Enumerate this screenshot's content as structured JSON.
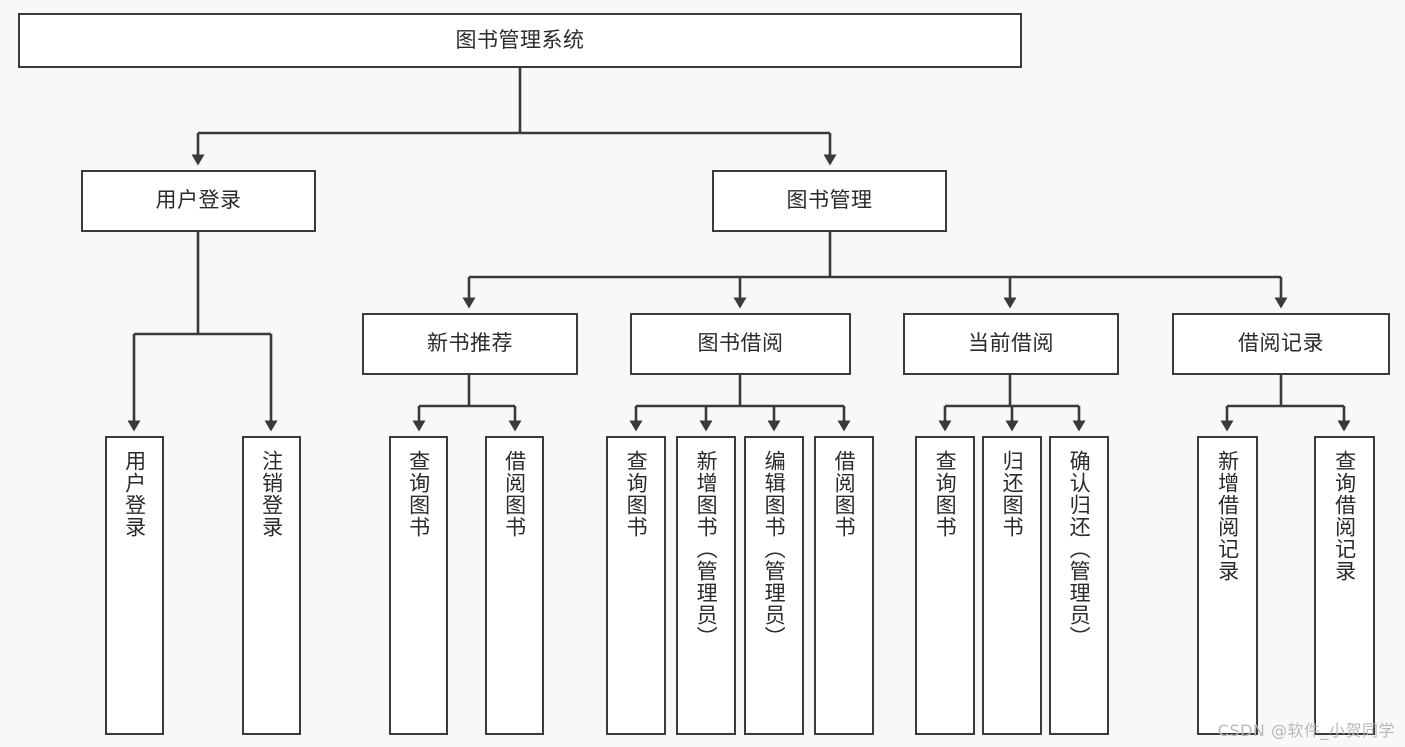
{
  "diagram": {
    "title": "图书管理系统",
    "watermark": "CSDN @软件_小贺同学",
    "root": {
      "id": "root",
      "label": "图书管理系统"
    },
    "level2": [
      {
        "id": "user-login",
        "label": "用户登录"
      },
      {
        "id": "book-manage",
        "label": "图书管理"
      }
    ],
    "level3": [
      {
        "id": "new-book-recommend",
        "label": "新书推荐"
      },
      {
        "id": "book-borrow",
        "label": "图书借阅"
      },
      {
        "id": "current-borrow",
        "label": "当前借阅"
      },
      {
        "id": "borrow-record",
        "label": "借阅记录"
      }
    ],
    "leaves": {
      "user_login": [
        {
          "id": "leaf-user-login",
          "label": "用户登录"
        },
        {
          "id": "leaf-logout-login",
          "label": "注销登录"
        }
      ],
      "new_book_recommend": [
        {
          "id": "leaf-query-book-1",
          "label": "查询图书"
        },
        {
          "id": "leaf-borrow-book-1",
          "label": "借阅图书"
        }
      ],
      "book_borrow": [
        {
          "id": "leaf-query-book-2",
          "label": "查询图书"
        },
        {
          "id": "leaf-add-book",
          "label": "新增图书（管理员）"
        },
        {
          "id": "leaf-edit-book",
          "label": "编辑图书（管理员）"
        },
        {
          "id": "leaf-borrow-book-2",
          "label": "借阅图书"
        }
      ],
      "current_borrow": [
        {
          "id": "leaf-query-book-3",
          "label": "查询图书"
        },
        {
          "id": "leaf-return-book",
          "label": "归还图书"
        },
        {
          "id": "leaf-confirm-return",
          "label": "确认归还（管理员）"
        }
      ],
      "borrow_record": [
        {
          "id": "leaf-add-record",
          "label": "新增借阅记录"
        },
        {
          "id": "leaf-query-record",
          "label": "查询借阅记录"
        }
      ]
    },
    "colors": {
      "background": "#f8f8f8",
      "box_fill": "#ffffff",
      "box_border": "#3a3a3a",
      "edge": "#3a3a3a",
      "text": "#2b2b2b",
      "watermark": "#b9b9b9"
    }
  }
}
